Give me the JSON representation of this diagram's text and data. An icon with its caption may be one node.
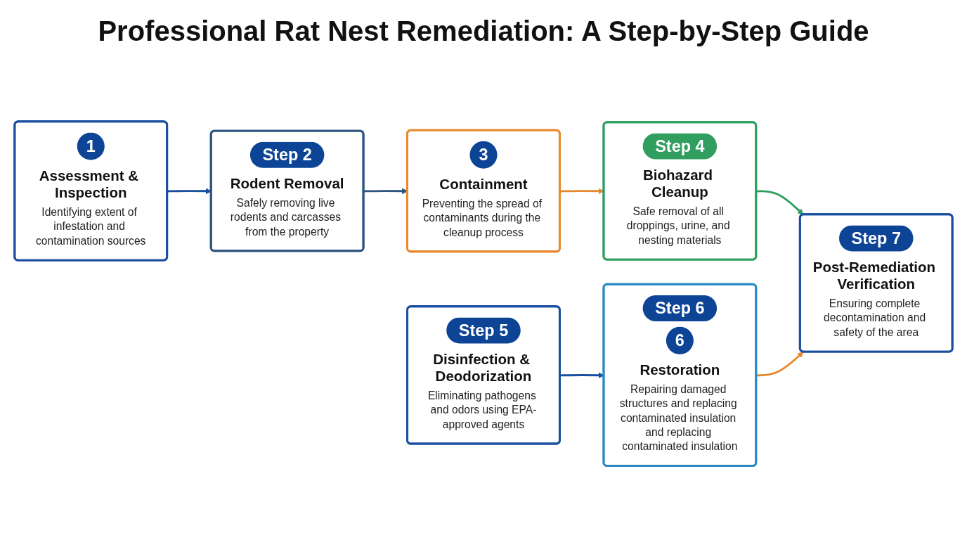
{
  "diagram": {
    "title": "Professional Rat Nest Remediation: A Step-by-Step Guide",
    "nodes": [
      {
        "text": [
          "1",
          "Assessment & Inspection",
          "Identifying extent of infestation and contamination sources"
        ]
      },
      {
        "text": [
          "Step 2",
          "Rodent Removal",
          "Safely removing live rodents and carcasses from the property"
        ]
      },
      {
        "text": [
          "3",
          "Containment",
          "Preventing the spread of contaminants during the cleanup process"
        ]
      },
      {
        "text": [
          "Step 4",
          "Biohazard Cleanup",
          "Safe removal of all droppings, urine, and nesting materials"
        ]
      },
      {
        "text": [
          "Step 5",
          "Disinfection & Deodorization",
          "Eliminating pathogens and odors using EPA-approved agents"
        ]
      },
      {
        "text": [
          "Step 6",
          "6",
          "Restoration",
          "Repairing damaged structures and replacing contaminated insulation and replacing contaminated insulation"
        ]
      },
      {
        "text": [
          "Step 7",
          "Post-Remediation Verification",
          "Ensuring complete decontamination and safety of the area"
        ]
      }
    ],
    "edges": [
      {
        "from": 0,
        "to": 1,
        "arrow": "to",
        "color": "#1a4ea0"
      },
      {
        "from": 1,
        "to": 2,
        "arrow": "to",
        "color": "#2f5480"
      },
      {
        "from": 2,
        "to": 3,
        "arrow": "to",
        "color": "#e8892f"
      },
      {
        "from": 3,
        "to": 6,
        "arrow": "to",
        "color": "#2f9e5f"
      },
      {
        "from": 4,
        "to": 5,
        "arrow": "to",
        "color": "#1a4ea0"
      },
      {
        "from": 5,
        "to": 6,
        "arrow": "to",
        "color": "#e8892f"
      }
    ]
  }
}
